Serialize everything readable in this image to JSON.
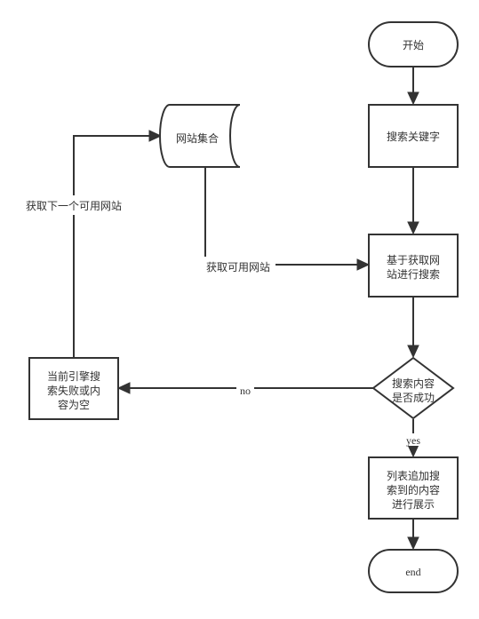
{
  "nodes": {
    "start": "开始",
    "search_keyword": "搜索关键字",
    "search_by_site": [
      "基于获取网",
      "站进行搜索"
    ],
    "search_success": [
      "搜索内容",
      "是否成功"
    ],
    "list_results": [
      "列表追加搜",
      "索到的内容",
      "进行展示"
    ],
    "end": "end",
    "engine_failed": [
      "当前引擎搜",
      "索失败或内",
      "容为空"
    ],
    "site_collection": "网站集合"
  },
  "edge_labels": {
    "get_available_site": "获取可用网站",
    "get_next_site": "获取下一个可用网站",
    "no": "no",
    "yes": "yes"
  }
}
